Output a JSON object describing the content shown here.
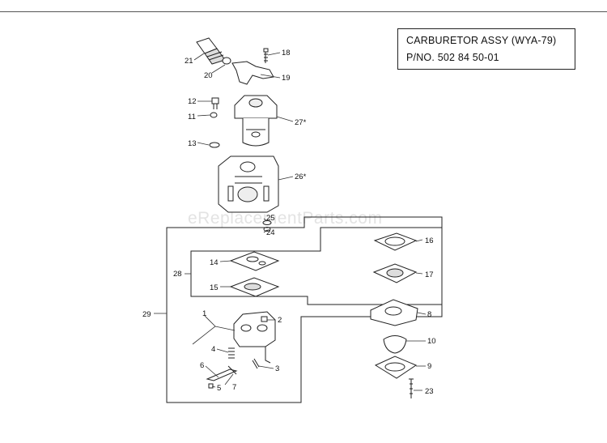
{
  "title": {
    "line1": "CARBURETOR ASSY (WYA-79)",
    "line2": "P/NO. 502 84 50-01"
  },
  "watermark": "eReplacementParts.com",
  "callouts": {
    "c21": "21",
    "c20": "20",
    "c18": "18",
    "c19": "19",
    "c12": "12",
    "c11": "11",
    "c13": "13",
    "c27": "27*",
    "c26": "26*",
    "c25": "25",
    "c24": "24",
    "c16": "16",
    "c28": "28",
    "c14": "14",
    "c17": "17",
    "c15": "15",
    "c29": "29",
    "c1": "1",
    "c2": "2",
    "c8": "8",
    "c10": "10",
    "c4": "4",
    "c3": "3",
    "c9": "9",
    "c6": "6",
    "c5": "5",
    "c7": "7",
    "c23": "23"
  }
}
